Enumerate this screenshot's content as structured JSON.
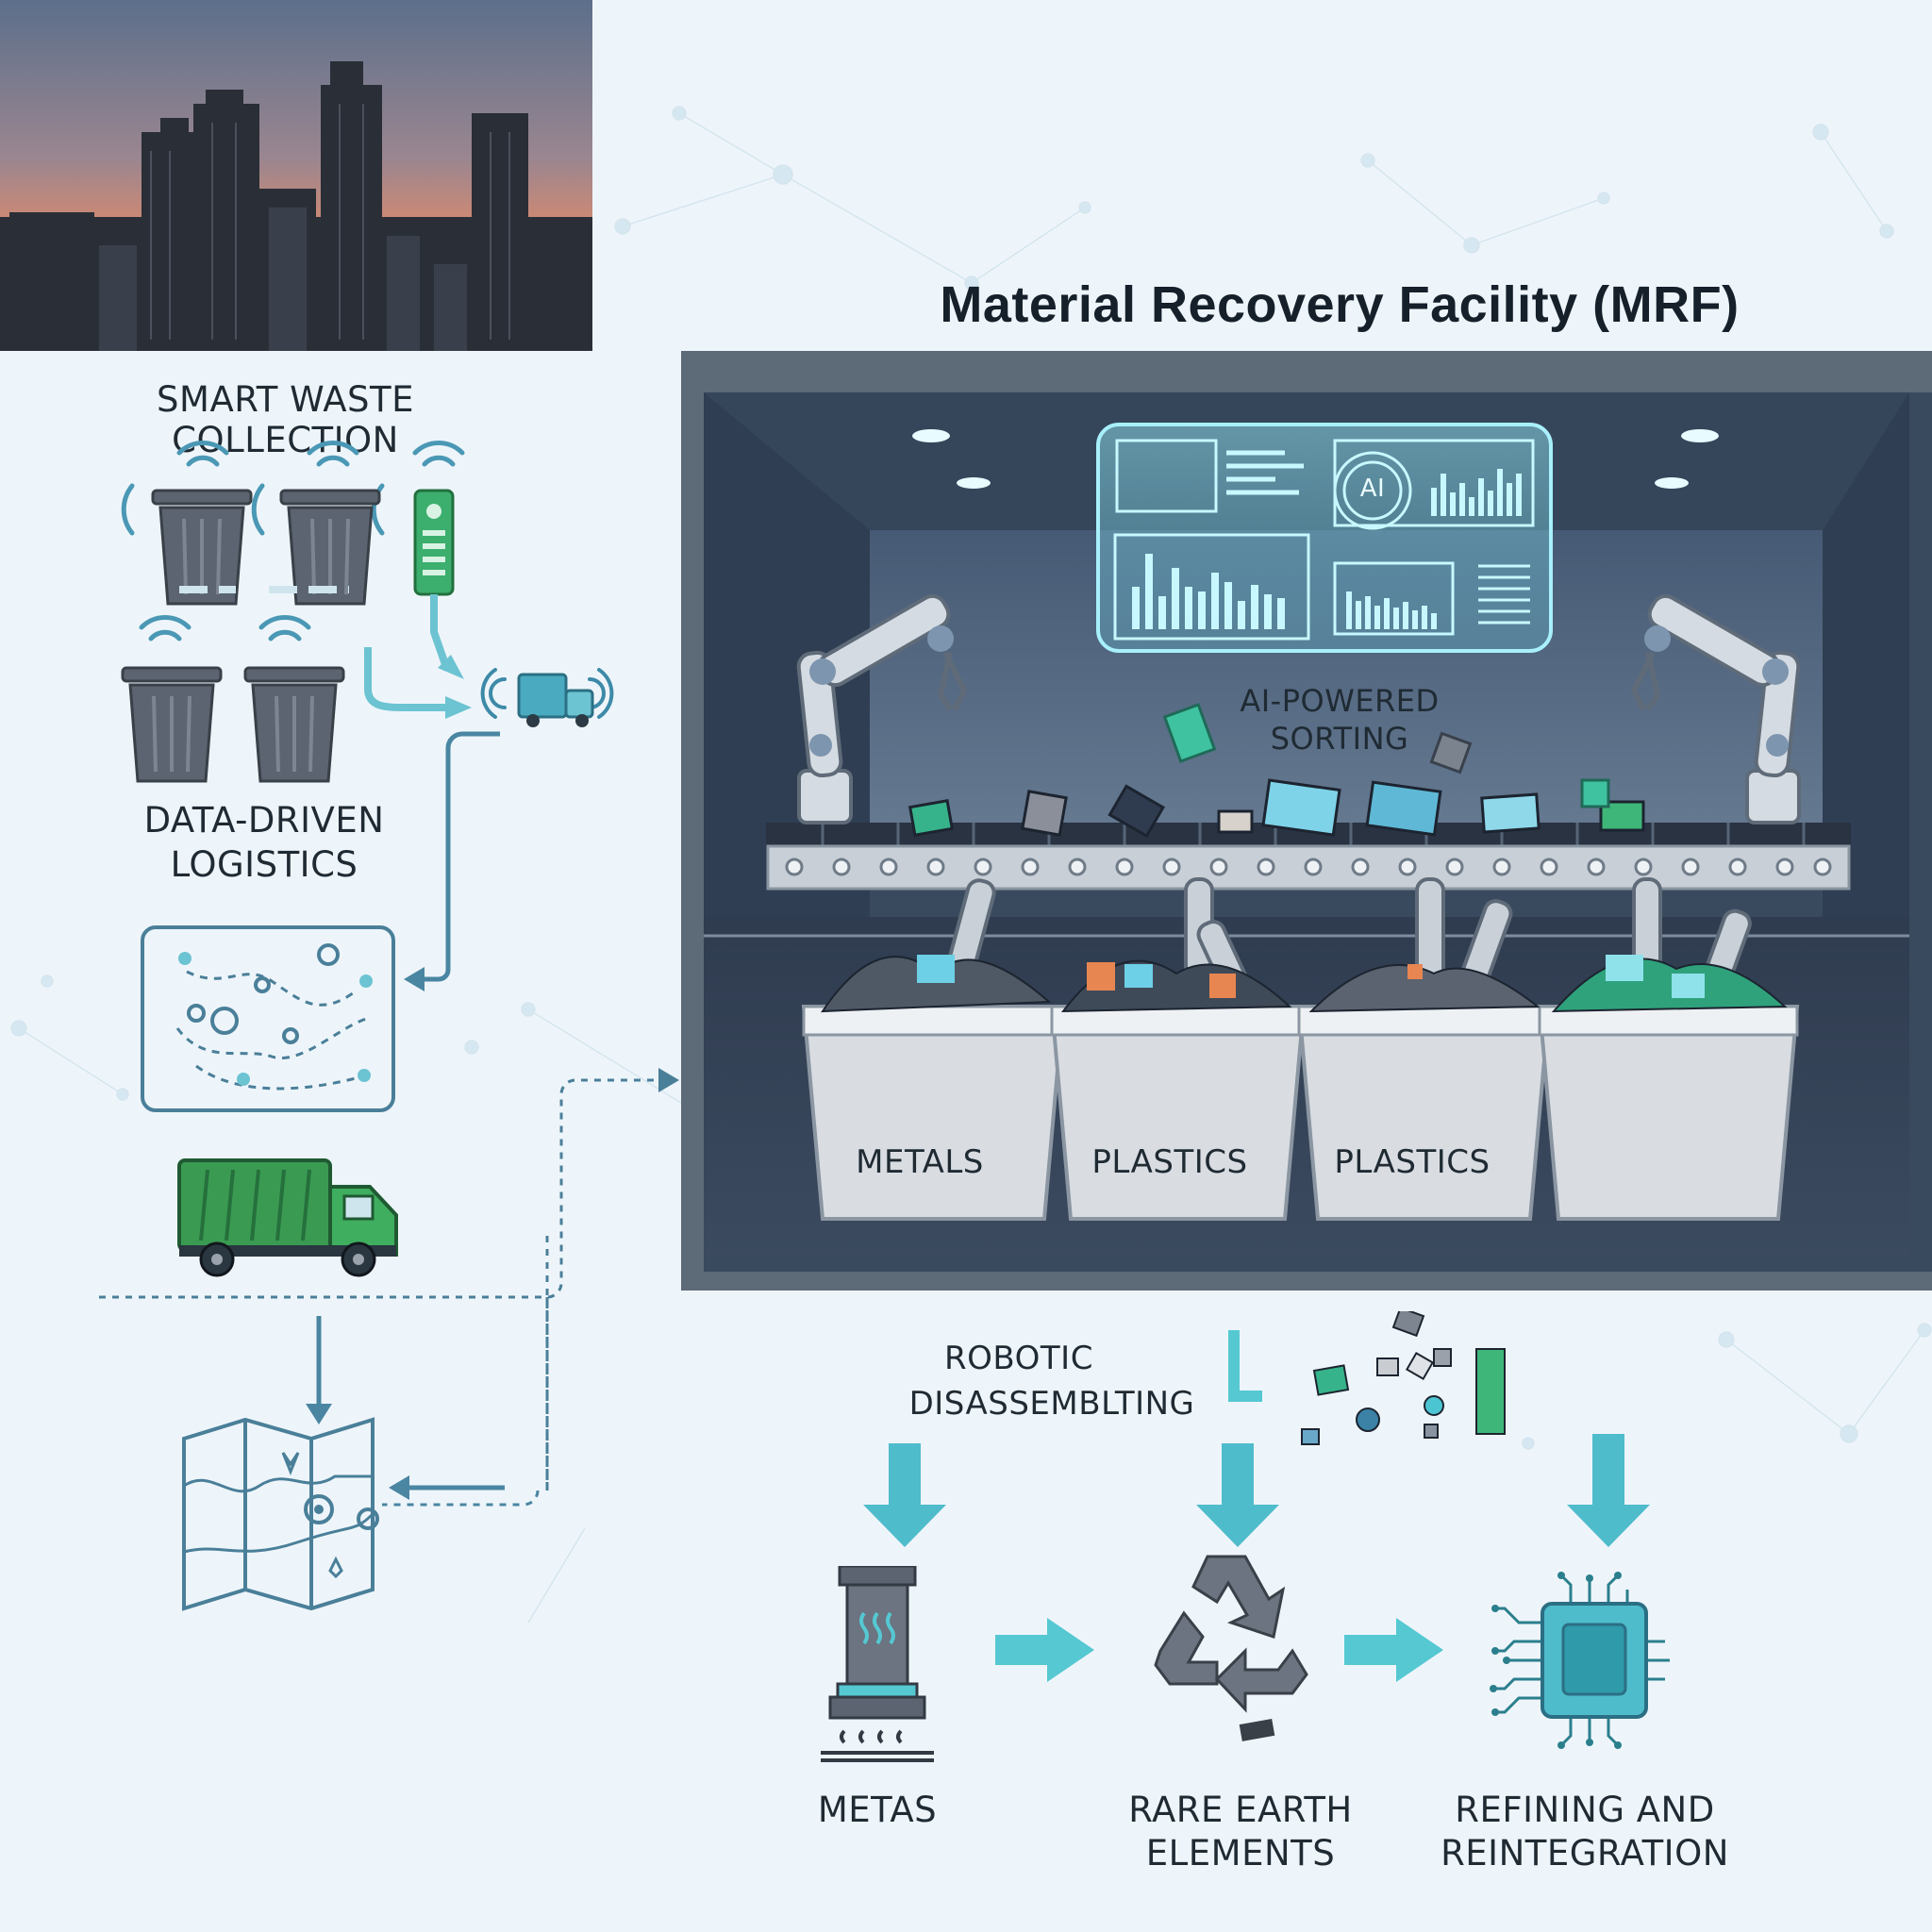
{
  "title": "Material Recovery Facility (MRF)",
  "labels": {
    "smart_waste": "SMART WASTE COLLECTION",
    "data_driven_1": "DATA-DRIVEN",
    "data_driven_2": "LOGISTICS",
    "ai_sorting_1": "AI-POWERED",
    "ai_sorting_2": "SORTING",
    "robotic_1": "ROBOTIC",
    "robotic_2": "DISASSEMBLTING",
    "ai_badge": "AI"
  },
  "bins": [
    {
      "label": "METALS"
    },
    {
      "label": "PLASTICS"
    },
    {
      "label": "PLASTICS"
    },
    {
      "label": ""
    }
  ],
  "outputs": [
    {
      "line1": "METAS",
      "line2": ""
    },
    {
      "line1": "RARE EARTH",
      "line2": "ELEMENTS"
    },
    {
      "line1": "REFINING AND",
      "line2": "REINTEGRATION"
    }
  ],
  "colors": {
    "accent": "#4fb6c8",
    "dark_accent": "#4a7f99",
    "green": "#2f9a55",
    "frame": "#5d6a78",
    "room": "#3c4d63",
    "hologram": "#7fe0ee",
    "sky_top": "#5a6f8a",
    "sky_bottom": "#ee8a62"
  }
}
